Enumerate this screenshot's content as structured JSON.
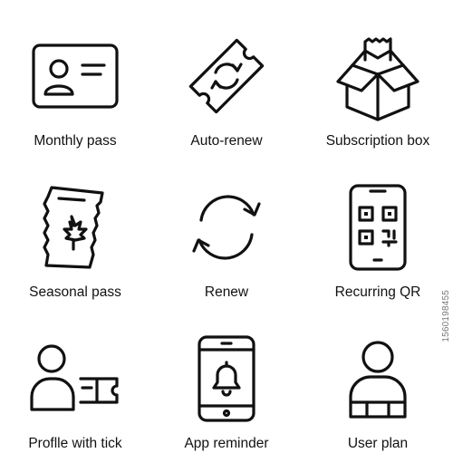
{
  "icons": [
    {
      "name": "id-card-icon",
      "label": "Monthly pass"
    },
    {
      "name": "ticket-refresh-icon",
      "label": "Auto-renew"
    },
    {
      "name": "open-box-icon",
      "label": "Subscription box"
    },
    {
      "name": "maple-leaf-card-icon",
      "label": "Seasonal pass"
    },
    {
      "name": "refresh-arrows-icon",
      "label": "Renew"
    },
    {
      "name": "phone-qr-icon",
      "label": "Recurring QR"
    },
    {
      "name": "profile-ticket-icon",
      "label": "Proflle with tick"
    },
    {
      "name": "phone-bell-icon",
      "label": "App reminder"
    },
    {
      "name": "user-plan-icon",
      "label": "User plan"
    }
  ],
  "stock_id": "1560198455"
}
